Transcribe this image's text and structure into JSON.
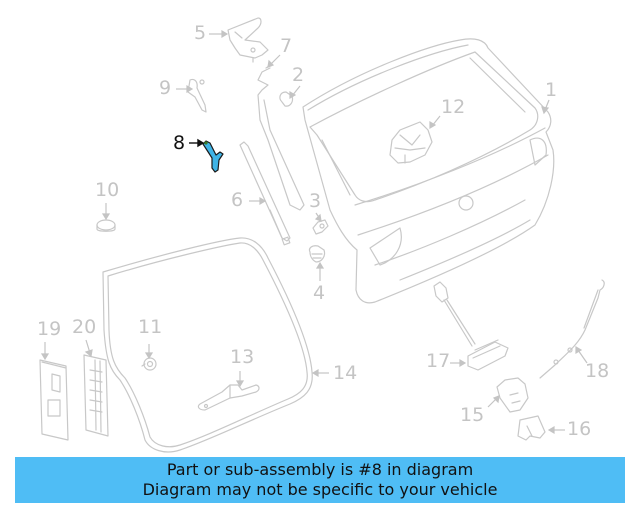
{
  "diagram": {
    "highlighted_part": "8",
    "highlight_color": "#3fb4e6",
    "line_color": "#c8c8c8",
    "callouts": [
      {
        "id": "1",
        "label": "1"
      },
      {
        "id": "2",
        "label": "2"
      },
      {
        "id": "3",
        "label": "3"
      },
      {
        "id": "4",
        "label": "4"
      },
      {
        "id": "5",
        "label": "5"
      },
      {
        "id": "6",
        "label": "6"
      },
      {
        "id": "7",
        "label": "7"
      },
      {
        "id": "8",
        "label": "8"
      },
      {
        "id": "9",
        "label": "9"
      },
      {
        "id": "10",
        "label": "10"
      },
      {
        "id": "11",
        "label": "11"
      },
      {
        "id": "12",
        "label": "12"
      },
      {
        "id": "13",
        "label": "13"
      },
      {
        "id": "14",
        "label": "14"
      },
      {
        "id": "15",
        "label": "15"
      },
      {
        "id": "16",
        "label": "16"
      },
      {
        "id": "17",
        "label": "17"
      },
      {
        "id": "18",
        "label": "18"
      },
      {
        "id": "19",
        "label": "19"
      },
      {
        "id": "20",
        "label": "20"
      }
    ]
  },
  "banner": {
    "line1": "Part or sub-assembly is #8 in diagram",
    "line2": "Diagram may not be specific to your vehicle",
    "background": "#4fbdf5"
  }
}
